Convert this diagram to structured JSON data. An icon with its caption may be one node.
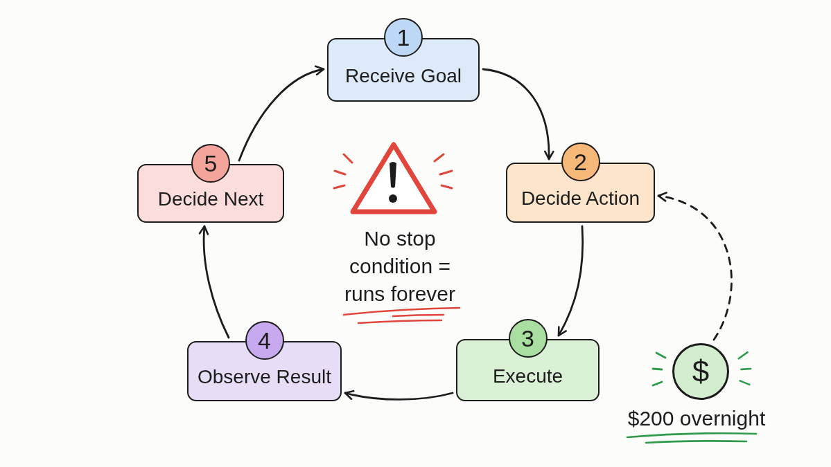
{
  "diagram": {
    "nodes": [
      {
        "text": [
          "1",
          "Receive Goal"
        ]
      },
      {
        "text": [
          "2",
          "Decide Action"
        ]
      },
      {
        "text": [
          "3",
          "Execute"
        ]
      },
      {
        "text": [
          "4",
          "Observe Result"
        ]
      },
      {
        "text": [
          "5",
          "Decide Next"
        ]
      },
      {
        "text": [
          "$"
        ],
        "beside": [
          "$200 overnight"
        ]
      }
    ],
    "edges": [
      {
        "from": 0,
        "to": 1,
        "arrow": "to"
      },
      {
        "from": 1,
        "to": 2,
        "arrow": "to"
      },
      {
        "from": 2,
        "to": 3,
        "arrow": "to"
      },
      {
        "from": 3,
        "to": 4,
        "arrow": "to"
      },
      {
        "from": 4,
        "to": 0,
        "arrow": "to"
      },
      {
        "from": 5,
        "to": 1,
        "arrow": "to",
        "style": "dashed"
      }
    ],
    "labels": [
      "No stop condition = runs forever"
    ]
  }
}
